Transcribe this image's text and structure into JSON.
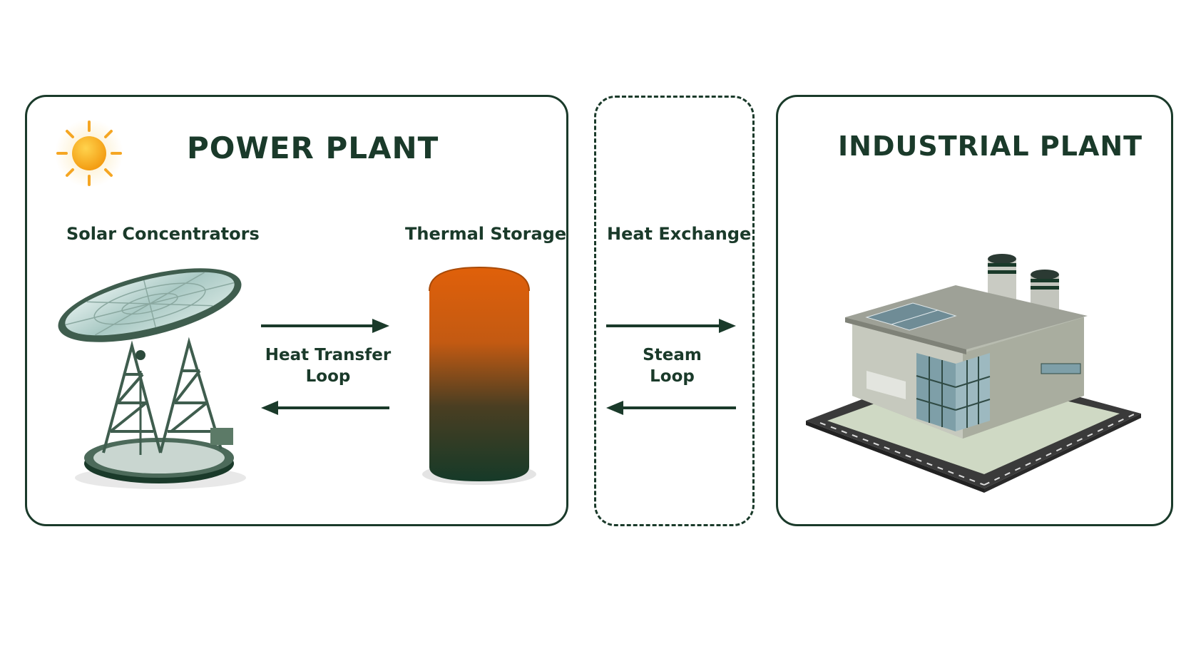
{
  "power_plant": {
    "title": "POWER PLANT",
    "solar_label": "Solar Concentrators",
    "storage_label": "Thermal Storage",
    "loop_label_line1": "Heat Transfer",
    "loop_label_line2": "Loop"
  },
  "exchange": {
    "title": "Heat Exchange",
    "loop_label_line1": "Steam",
    "loop_label_line2": "Loop"
  },
  "industrial_plant": {
    "title": "INDUSTRIAL PLANT"
  },
  "colors": {
    "dark_green": "#1a3a2a",
    "tank_top": "#e0600a",
    "tank_bottom": "#163a28",
    "sun": "#f7b21b"
  },
  "icons": [
    "sun-icon",
    "solar-dish-icon",
    "storage-tank-icon",
    "factory-icon"
  ]
}
